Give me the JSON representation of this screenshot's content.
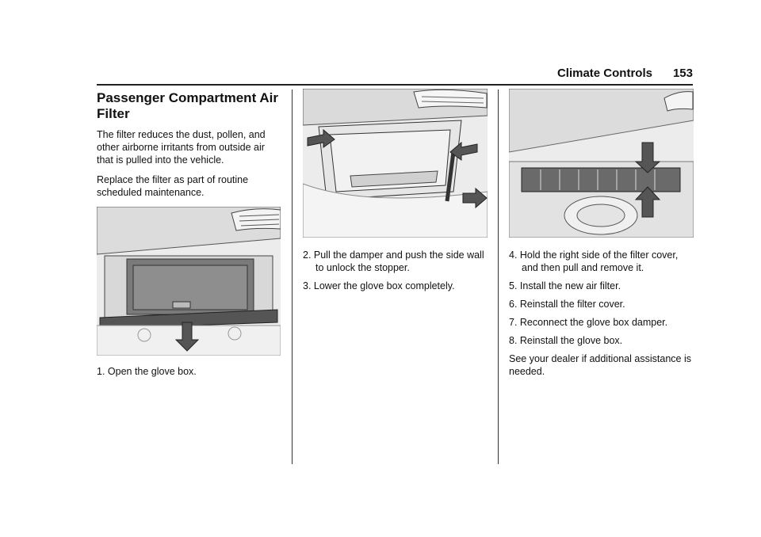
{
  "header": {
    "section": "Climate Controls",
    "page_number": "153"
  },
  "col1": {
    "title": "Passenger Compartment Air Filter",
    "paragraphs": [
      "The filter reduces the dust, pollen, and other airborne irritants from outside air that is pulled into the vehicle.",
      "Replace the filter as part of routine scheduled maintenance."
    ],
    "steps": [
      "1. Open the glove box."
    ]
  },
  "col2": {
    "steps": [
      "2. Pull the damper and push the side wall to unlock the stopper.",
      "3. Lower the glove box completely."
    ]
  },
  "col3": {
    "steps": [
      "4. Hold the right side of the filter cover, and then pull and remove it.",
      "5. Install the new air filter.",
      "6. Reinstall the filter cover.",
      "7. Reconnect the glove box damper.",
      "8. Reinstall the glove box."
    ],
    "closing": "See your dealer if additional assistance is needed."
  },
  "figures": {
    "fig1": "glove-box-open-illustration",
    "fig2": "glove-box-damper-illustration",
    "fig3": "filter-cover-illustration"
  },
  "colors": {
    "arrow": "#555555",
    "figure_bg": "#ececec",
    "line": "#444444"
  }
}
